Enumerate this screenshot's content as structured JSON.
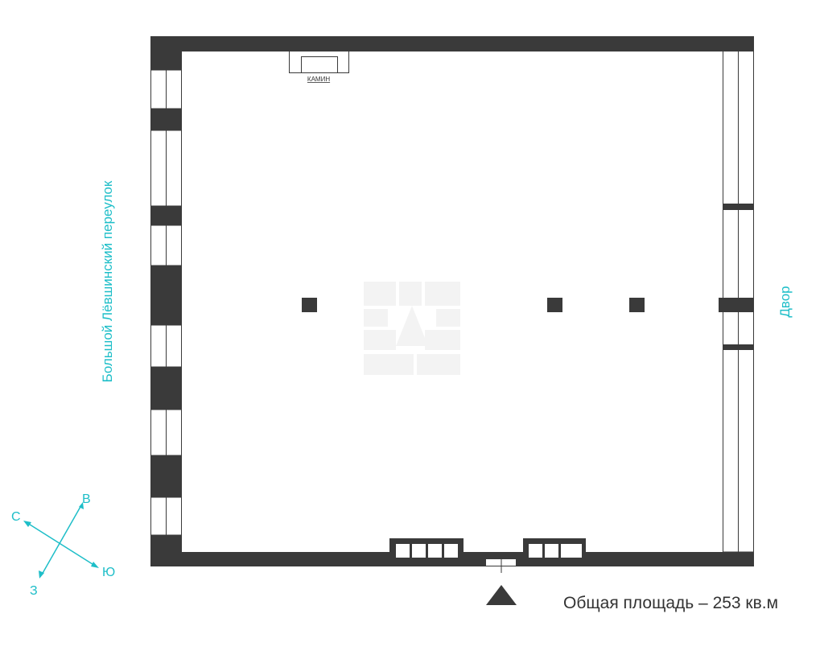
{
  "labels": {
    "fireplace": "КАМИН",
    "street": "Большой Лёвшинский переулок",
    "yard": "Двор",
    "area": "Общая площадь – 253 кв.м"
  },
  "compass": {
    "north": "С",
    "east": "В",
    "south": "Ю",
    "west": "З"
  },
  "colors": {
    "wall": "#3a3a3a",
    "accent": "#1ebec8",
    "text": "#333333"
  }
}
